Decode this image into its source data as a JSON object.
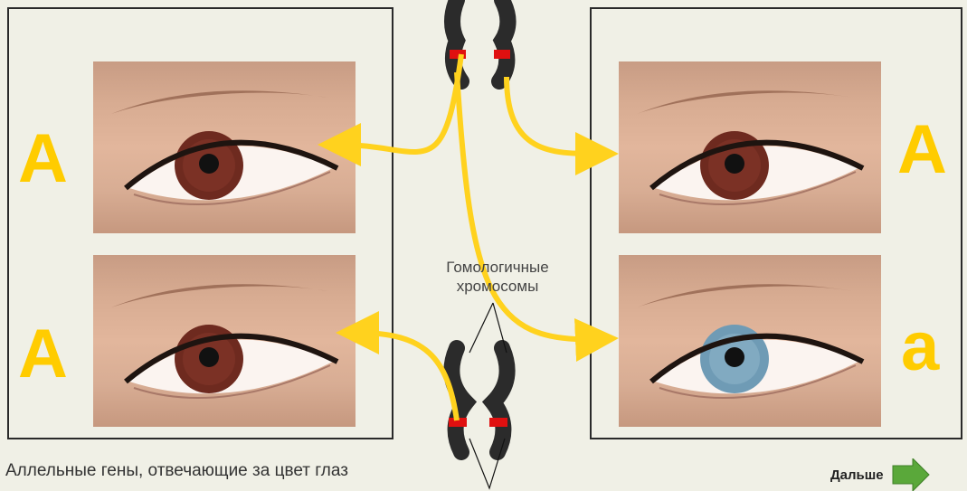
{
  "panels": {
    "left": {
      "top_allele": "A",
      "bottom_allele": "A",
      "top_eye_color": "brown",
      "bottom_eye_color": "brown"
    },
    "right": {
      "top_allele": "A",
      "bottom_allele": "a",
      "top_eye_color": "brown",
      "bottom_eye_color": "blue"
    }
  },
  "labels": {
    "homologous_chromosomes": "Гомологичные хромосомы",
    "allelic_genes": "Аллельные гены, отвечающие за цвет глаз"
  },
  "navigation": {
    "next_label": "Дальше"
  },
  "colors": {
    "allele_letter": "#ffcc00",
    "arrow": "#ffd21e",
    "chromosome": "#2b2b2b",
    "gene_band": "#e01010",
    "brown_iris": "#6e2a1f",
    "blue_iris": "#6f9bb5",
    "next_arrow": "#5aa83a"
  },
  "icons": [
    "chromosome-icon",
    "next-arrow-icon"
  ]
}
